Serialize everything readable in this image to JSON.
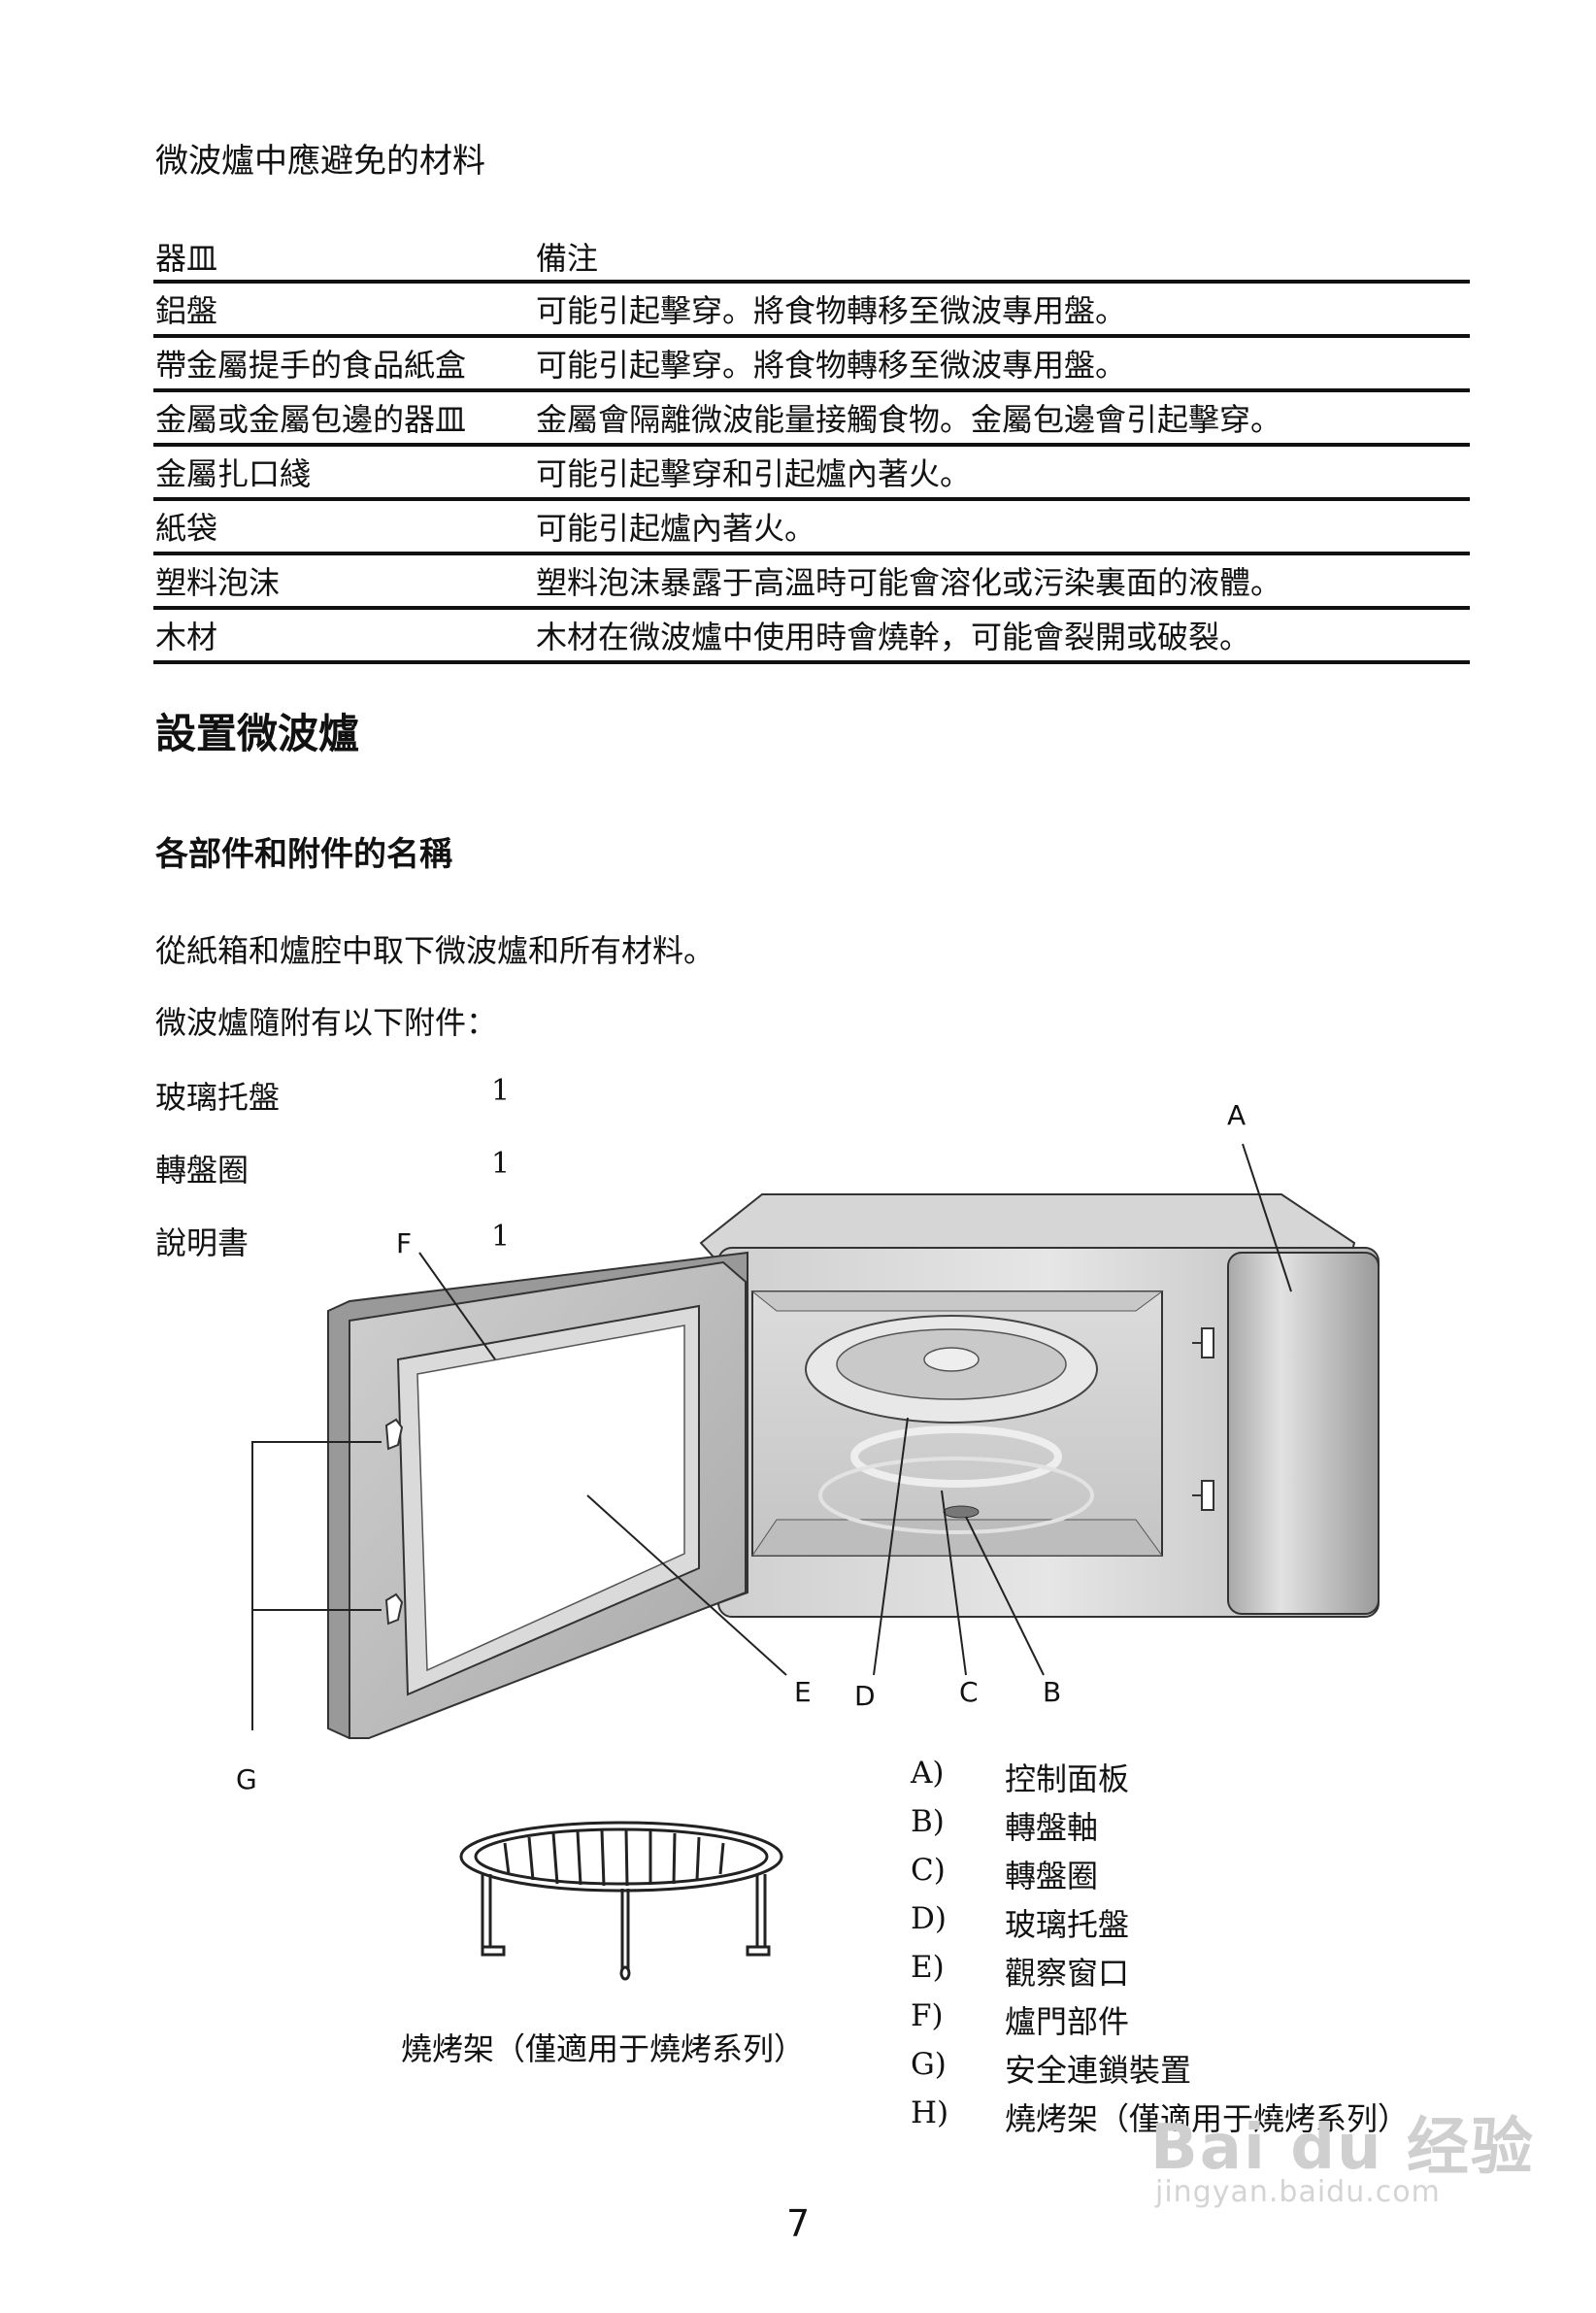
{
  "materials": {
    "title": "微波爐中應避免的材料",
    "header": [
      "器皿",
      "備注"
    ],
    "rows": [
      [
        "鋁盤",
        "可能引起擊穿。將食物轉移至微波專用盤。"
      ],
      [
        "帶金屬提手的食品紙盒",
        "可能引起擊穿。將食物轉移至微波專用盤。"
      ],
      [
        "金屬或金屬包邊的器皿",
        "金屬會隔離微波能量接觸食物。金屬包邊會引起擊穿。"
      ],
      [
        "金屬扎口綫",
        "可能引起擊穿和引起爐內著火。"
      ],
      [
        "紙袋",
        "可能引起爐內著火。"
      ],
      [
        "塑料泡沫",
        "塑料泡沫暴露于高溫時可能會溶化或污染裏面的液體。"
      ],
      [
        "木材",
        "木材在微波爐中使用時會燒幹，可能會裂開或破裂。"
      ]
    ]
  },
  "setup": {
    "heading": "設置微波爐",
    "parts_heading": "各部件和附件的名稱",
    "para1": "從紙箱和爐腔中取下微波爐和所有材料。",
    "para2": "微波爐隨附有以下附件：",
    "accessories": [
      {
        "name": "玻璃托盤",
        "qty": "1"
      },
      {
        "name": "轉盤圈",
        "qty": "1"
      },
      {
        "name": "說明書",
        "qty": "1"
      }
    ]
  },
  "diagram": {
    "callouts": {
      "A": "A",
      "B": "B",
      "C": "C",
      "D": "D",
      "E": "E",
      "F": "F",
      "G": "G"
    },
    "rack_caption": "燒烤架（僅適用于燒烤系列）"
  },
  "legend": [
    {
      "letter": "A)",
      "label": "控制面板"
    },
    {
      "letter": "B)",
      "label": "轉盤軸"
    },
    {
      "letter": "C)",
      "label": "轉盤圈"
    },
    {
      "letter": "D)",
      "label": "玻璃托盤"
    },
    {
      "letter": "E)",
      "label": "觀察窗口"
    },
    {
      "letter": "F)",
      "label": "爐門部件"
    },
    {
      "letter": "G)",
      "label": "安全連鎖裝置"
    },
    {
      "letter": "H)",
      "label": "燒烤架（僅適用于燒烤系列）"
    }
  ],
  "page_number": "7",
  "watermark": {
    "brand": "Bai du 经验",
    "url": "jingyan.baidu.com"
  }
}
